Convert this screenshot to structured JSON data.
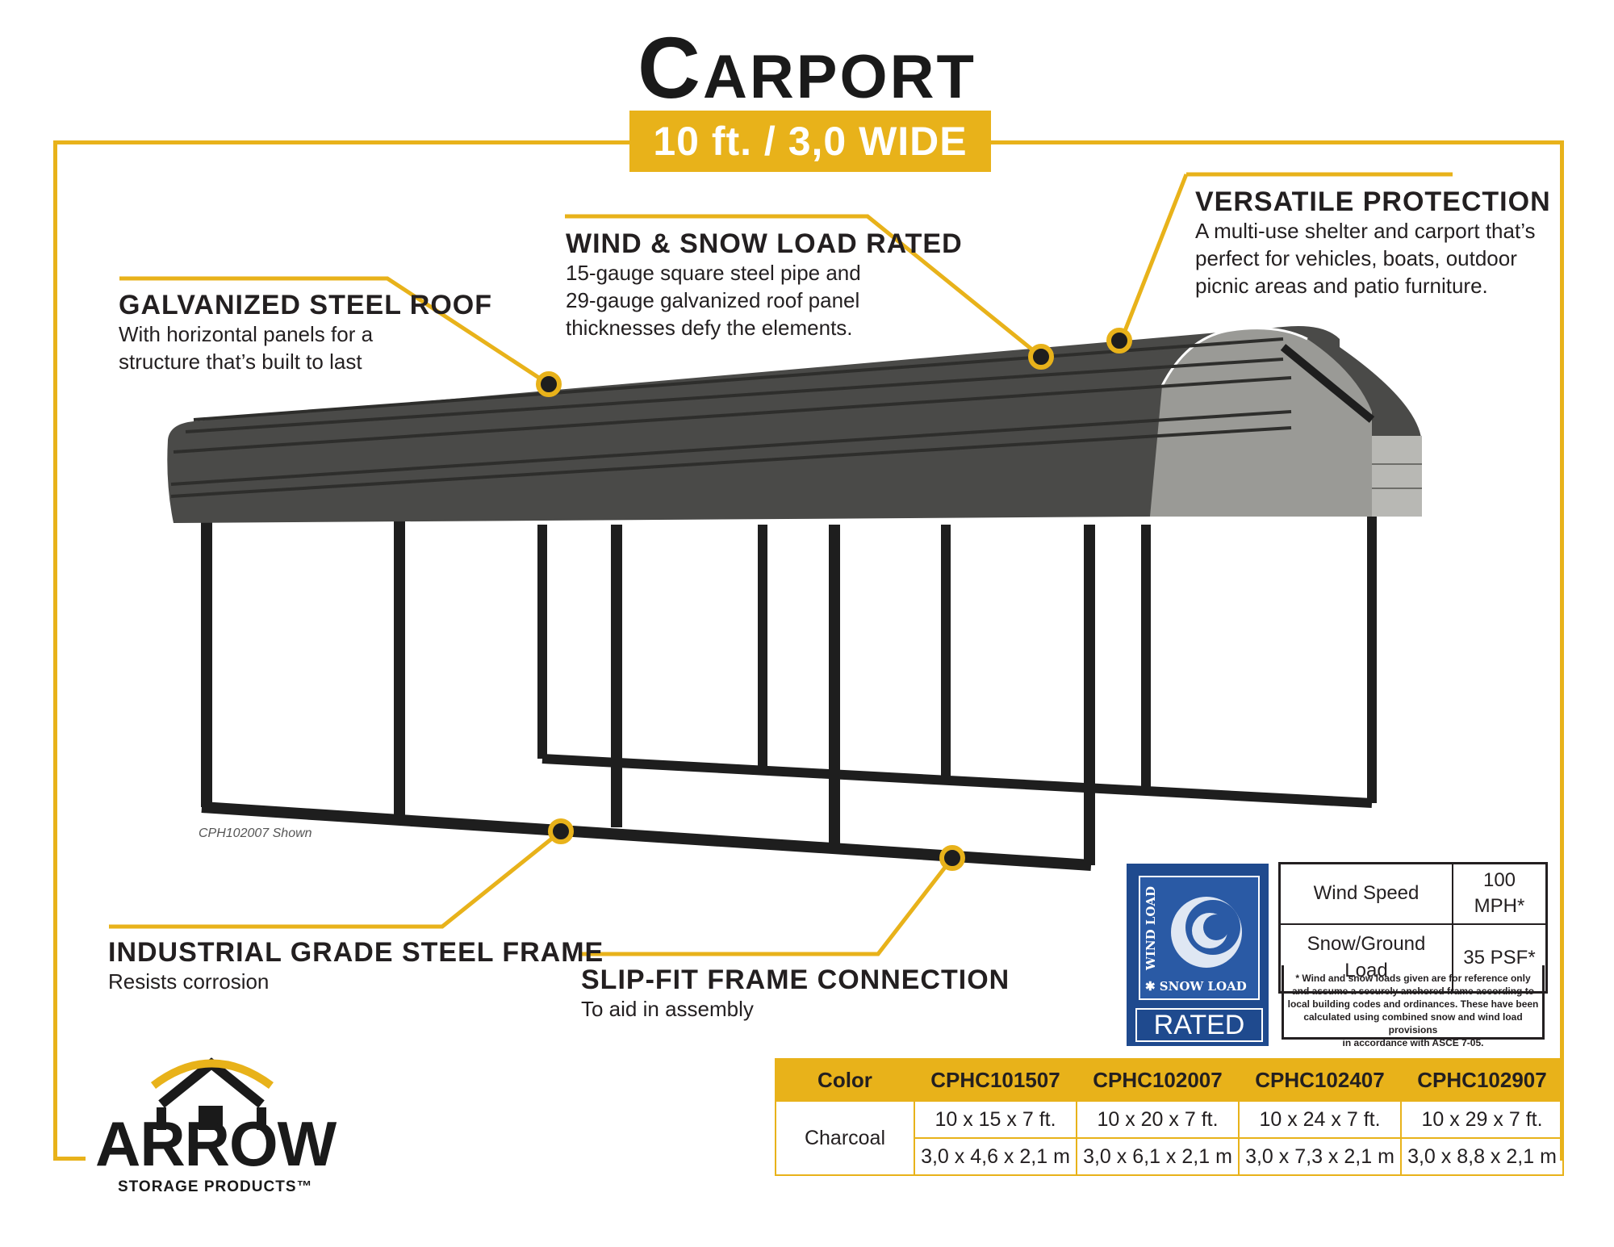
{
  "header": {
    "title": "Carport",
    "subtitle": "10 ft. / 3,0 WIDE"
  },
  "features": {
    "roof": {
      "title": "GALVANIZED STEEL ROOF",
      "lines": [
        "With horizontal panels for a",
        "structure that’s built to last"
      ]
    },
    "wind_snow": {
      "title": "WIND & SNOW LOAD RATED",
      "lines": [
        "15-gauge square steel pipe and",
        "29-gauge galvanized roof panel",
        "thicknesses defy the elements."
      ]
    },
    "versatile": {
      "title": "VERSATILE PROTECTION",
      "lines": [
        "A multi-use shelter and carport that’s",
        "perfect for vehicles, boats, outdoor",
        "picnic areas and patio furniture."
      ]
    },
    "frame": {
      "title": "INDUSTRIAL GRADE STEEL FRAME",
      "lines": [
        "Resists corrosion"
      ]
    },
    "slip_fit": {
      "title": "SLIP-FIT FRAME CONNECTION",
      "lines": [
        "To aid in assembly"
      ]
    }
  },
  "image_caption": "CPH102007 Shown",
  "badge": {
    "wind_text": "WIND LOAD",
    "snow_text": "SNOW LOAD",
    "rated_text": "RATED"
  },
  "specs": {
    "rows": [
      {
        "label": "Wind Speed",
        "value": "100 MPH*"
      },
      {
        "label": "Snow/Ground Load",
        "value": "35 PSF*"
      }
    ],
    "note_lines": [
      "* Wind and snow loads given are for reference only",
      "and assume a securely anchored frame according to",
      "local building codes and ordinances. These have been",
      "calculated using combined snow and wind load provisions",
      "in accordance with ASCE 7-05."
    ]
  },
  "models": {
    "color_header": "Color",
    "color_value": "Charcoal",
    "columns": [
      {
        "sku": "CPHC101507",
        "imperial": "10 x 15 x 7 ft.",
        "metric": "3,0 x 4,6 x 2,1 m"
      },
      {
        "sku": "CPHC102007",
        "imperial": "10 x 20 x 7 ft.",
        "metric": "3,0 x 6,1 x 2,1 m"
      },
      {
        "sku": "CPHC102407",
        "imperial": "10 x 24 x 7 ft.",
        "metric": "3,0 x 7,3 x 2,1 m"
      },
      {
        "sku": "CPHC102907",
        "imperial": "10 x 29 x 7 ft.",
        "metric": "3,0 x 8,8 x 2,1 m"
      }
    ]
  },
  "logo": {
    "name": "ARROW",
    "tagline": "STORAGE PRODUCTS™"
  },
  "colors": {
    "accent": "#e8b21a",
    "roof": "#4a4a48",
    "frame": "#1e1e1e",
    "badge_blue": "#1f4a8e"
  }
}
